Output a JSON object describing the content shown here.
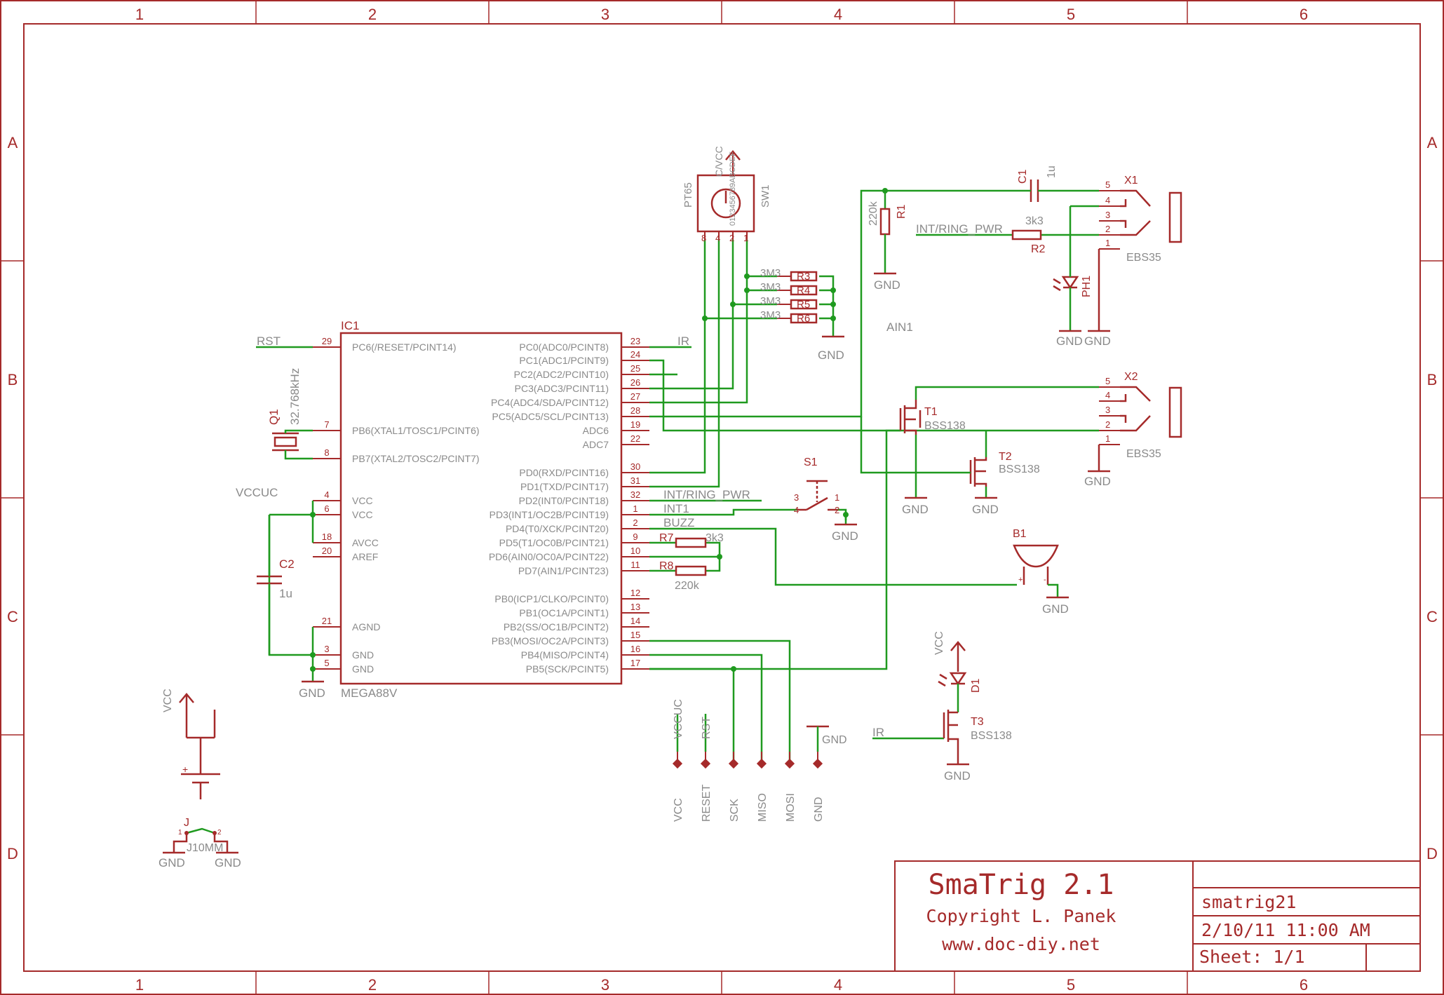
{
  "frame": {
    "columns": [
      "1",
      "2",
      "3",
      "4",
      "5",
      "6"
    ],
    "rows": [
      "A",
      "B",
      "C",
      "D"
    ]
  },
  "title_block": {
    "title": "SmaTrig 2.1",
    "copyright": "Copyright L. Panek",
    "website": "www.doc-diy.net",
    "filename": "smatrig21",
    "date": "2/10/11 11:00 AM",
    "sheet": "Sheet: 1/1"
  },
  "ic1": {
    "name": "IC1",
    "value": "MEGA88V",
    "left_pins": [
      {
        "num": "29",
        "label": "PC6(/RESET/PCINT14)"
      },
      {
        "num": "7",
        "label": "PB6(XTAL1/TOSC1/PCINT6)"
      },
      {
        "num": "8",
        "label": "PB7(XTAL2/TOSC2/PCINT7)"
      },
      {
        "num": "4",
        "label": "VCC"
      },
      {
        "num": "6",
        "label": "VCC"
      },
      {
        "num": "18",
        "label": "AVCC"
      },
      {
        "num": "20",
        "label": "AREF"
      },
      {
        "num": "21",
        "label": "AGND"
      },
      {
        "num": "3",
        "label": "GND"
      },
      {
        "num": "5",
        "label": "GND"
      }
    ],
    "right_pins": [
      {
        "num": "23",
        "label": "PC0(ADC0/PCINT8)"
      },
      {
        "num": "24",
        "label": "PC1(ADC1/PCINT9)"
      },
      {
        "num": "25",
        "label": "PC2(ADC2/PCINT10)"
      },
      {
        "num": "26",
        "label": "PC3(ADC3/PCINT11)"
      },
      {
        "num": "27",
        "label": "PC4(ADC4/SDA/PCINT12)"
      },
      {
        "num": "28",
        "label": "PC5(ADC5/SCL/PCINT13)"
      },
      {
        "num": "19",
        "label": "ADC6"
      },
      {
        "num": "22",
        "label": "ADC7"
      },
      {
        "num": "30",
        "label": "PD0(RXD/PCINT16)"
      },
      {
        "num": "31",
        "label": "PD1(TXD/PCINT17)"
      },
      {
        "num": "32",
        "label": "PD2(INT0/PCINT18)"
      },
      {
        "num": "1",
        "label": "PD3(INT1/OC2B/PCINT19)"
      },
      {
        "num": "2",
        "label": "PD4(T0/XCK/PCINT20)"
      },
      {
        "num": "9",
        "label": "PD5(T1/OC0B/PCINT21)"
      },
      {
        "num": "10",
        "label": "PD6(AIN0/OC0A/PCINT22)"
      },
      {
        "num": "11",
        "label": "PD7(AIN1/PCINT23)"
      },
      {
        "num": "12",
        "label": "PB0(ICP1/CLKO/PCINT0)"
      },
      {
        "num": "13",
        "label": "PB1(OC1A/PCINT1)"
      },
      {
        "num": "14",
        "label": "PB2(SS/OC1B/PCINT2)"
      },
      {
        "num": "15",
        "label": "PB3(MOSI/OC2A/PCINT3)"
      },
      {
        "num": "16",
        "label": "PB4(MISO/PCINT4)"
      },
      {
        "num": "17",
        "label": "PB5(SCK/PCINT5)"
      }
    ]
  },
  "nets": {
    "rst": "RST",
    "ir": "IR",
    "int_ring_pwr": "INT/RING_PWR",
    "int1": "INT1",
    "buzz": "BUZZ",
    "vccuc": "VCCUC",
    "ain1": "AIN1",
    "vcc": "VCC",
    "gnd": "GND",
    "c_vcc": "C/VCC",
    "c": "C"
  },
  "components": {
    "q1": {
      "name": "Q1",
      "value": "32.768kHz"
    },
    "c2": {
      "name": "C2",
      "value": "1u"
    },
    "c1": {
      "name": "C1",
      "value": "1u"
    },
    "r1": {
      "name": "R1",
      "value": "220k"
    },
    "r2": {
      "name": "R2",
      "value": "3k3"
    },
    "r3": {
      "name": "R3",
      "value": "3M3"
    },
    "r4": {
      "name": "R4",
      "value": "3M3"
    },
    "r5": {
      "name": "R5",
      "value": "3M3"
    },
    "r6": {
      "name": "R6",
      "value": "3M3"
    },
    "r7": {
      "name": "R7",
      "value": "3k3"
    },
    "r8": {
      "name": "R8",
      "value": "220k"
    },
    "sw1": {
      "name": "SW1",
      "value": "PT65",
      "dial": "0123456789ABCDEF",
      "pins": [
        "8",
        "4",
        "2",
        "1"
      ]
    },
    "s1": {
      "name": "S1",
      "pins": [
        "3",
        "4",
        "1",
        "2"
      ]
    },
    "x1": {
      "name": "X1",
      "value": "EBS35",
      "pins": [
        "5",
        "4",
        "3",
        "2",
        "1"
      ]
    },
    "x2": {
      "name": "X2",
      "value": "EBS35",
      "pins": [
        "5",
        "4",
        "3",
        "2",
        "1"
      ]
    },
    "ph1": {
      "name": "PH1"
    },
    "t1": {
      "name": "T1",
      "value": "BSS138"
    },
    "t2": {
      "name": "T2",
      "value": "BSS138"
    },
    "t3": {
      "name": "T3",
      "value": "BSS138"
    },
    "d1": {
      "name": "D1"
    },
    "b1": {
      "name": "B1",
      "plus": "+",
      "minus": "-"
    },
    "j": {
      "name": "J",
      "value": "J10MM",
      "pin1": "1",
      "pin2": "2"
    },
    "battery": {
      "plus": "+"
    }
  },
  "isp_header": [
    "VCC",
    "RESET",
    "SCK",
    "MISO",
    "MOSI",
    "GND"
  ],
  "isp_nets": [
    "VCCUC",
    "RST",
    "",
    "",
    "",
    "GND"
  ]
}
